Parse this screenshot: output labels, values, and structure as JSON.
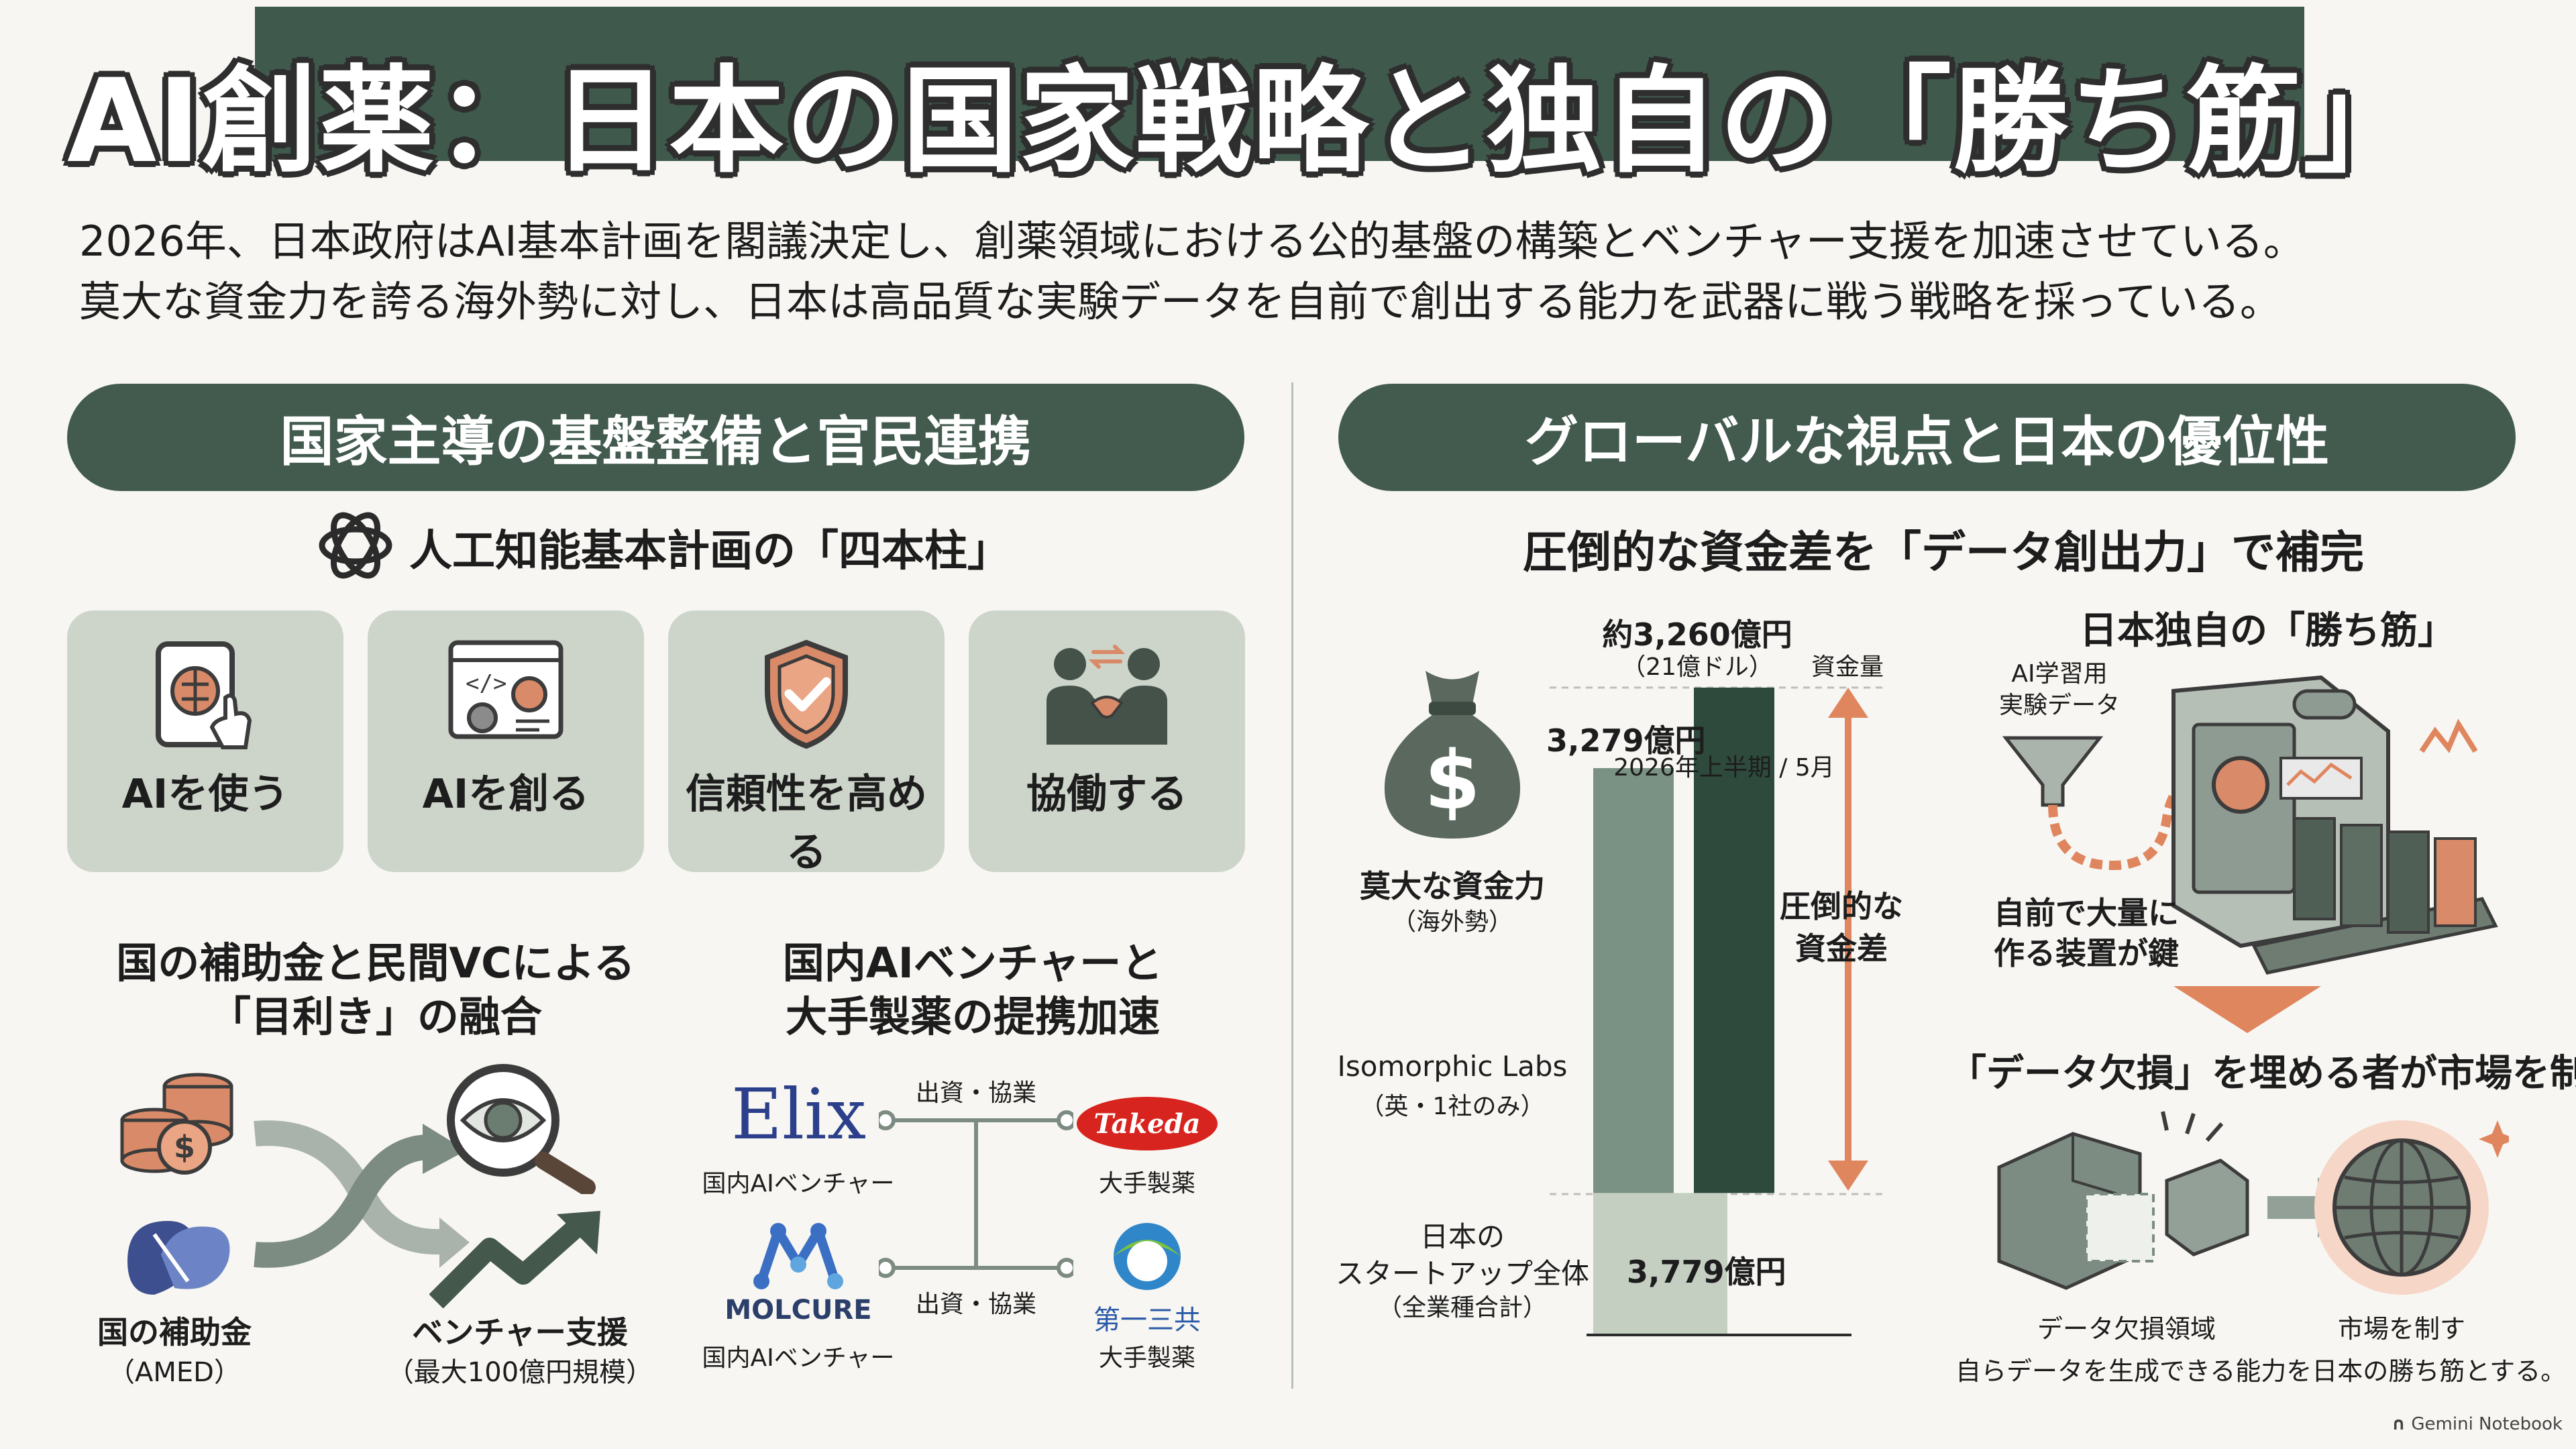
{
  "title": "AI創薬：日本の国家戦略と独自の「勝ち筋」",
  "lead": [
    "2026年、日本政府はAI基本計画を閣議決定し、創薬領域における公的基盤の構築とベンチャー支援を加速させている。",
    "莫大な資金力を誇る海外勢に対し、日本は高品質な実験データを自前で創出する能力を武器に戦う戦略を採っている。"
  ],
  "left": {
    "header": "国家主導の基盤整備と官民連携",
    "pillars_title": "人工知能基本計画の「四本柱」",
    "pillars": [
      "AIを使う",
      "AIを創る",
      "信頼性を高める",
      "協働する"
    ],
    "funding": {
      "title_lines": [
        "国の補助金と民間VCによる",
        "「目利き」の融合"
      ],
      "amed_label": "国の補助金",
      "amed_sub": "（AMED）",
      "venture_label": "ベンチャー支援",
      "venture_sub": "（最大100億円規模）"
    },
    "partners": {
      "title_lines": [
        "国内AIベンチャーと",
        "大手製薬の提携加速"
      ],
      "elix": "Elix",
      "molcure": "MOLCURE",
      "takeda": "Takeda",
      "daiichi": "第一三共",
      "venture_caption": "国内AIベンチャー",
      "pharma_caption": "大手製薬",
      "link_label": "出資・協業"
    }
  },
  "right": {
    "header": "グローバルな視点と日本の優位性",
    "chart_title": "圧倒的な資金差を「データ創出力」で補完",
    "money_label": "莫大な資金力",
    "money_sub": "（海外勢）",
    "gap_label_lines": [
      "圧倒的な",
      "資金差"
    ],
    "amount_label": "資金量",
    "bar1_value": "3,279億円",
    "bar2_value": "約3,260億円",
    "bar2_sub": "（21億ドル）",
    "japan_value": "3,779億円",
    "iso_label": "Isomorphic Labs",
    "iso_sub": "（英・1社のみ）",
    "japan_label_lines": [
      "日本の",
      "スタートアップ全体",
      "（全業種合計）"
    ],
    "xaxis": "2026年上半期 / 5月",
    "win_title": "日本独自の「勝ち筋」",
    "ai_data_lines": [
      "AI学習用",
      "実験データ"
    ],
    "device_lines": [
      "自前で大量に",
      "作る装置が鍵"
    ],
    "gap_title": "「データ欠損」を埋める者が市場を制す",
    "missing_label": "データ欠損領域",
    "market_label": "市場を制す",
    "conclusion": "自らデータを生成できる能力を日本の勝ち筋とする。",
    "brand": "Gemini Notebook"
  },
  "chart_data": {
    "type": "bar",
    "title": "圧倒的な資金差を「データ創出力」で補完",
    "categories": [
      "日本のスタートアップ全体（全業種合計）",
      "Isomorphic Labs（英・1社のみ）"
    ],
    "series": [
      {
        "name": "日本のスタートアップ全体",
        "values": [
          3779,
          3779
        ]
      },
      {
        "name": "Isomorphic Labs",
        "values": [
          3279,
          3260
        ]
      }
    ],
    "xlabel": "2026年上半期 / 5月",
    "ylabel": "資金量",
    "colors": {
      "japan": "#c4cfc2",
      "mid": "#7a9283",
      "dark": "#2e4a3d",
      "arrow": "#e0865e"
    }
  }
}
